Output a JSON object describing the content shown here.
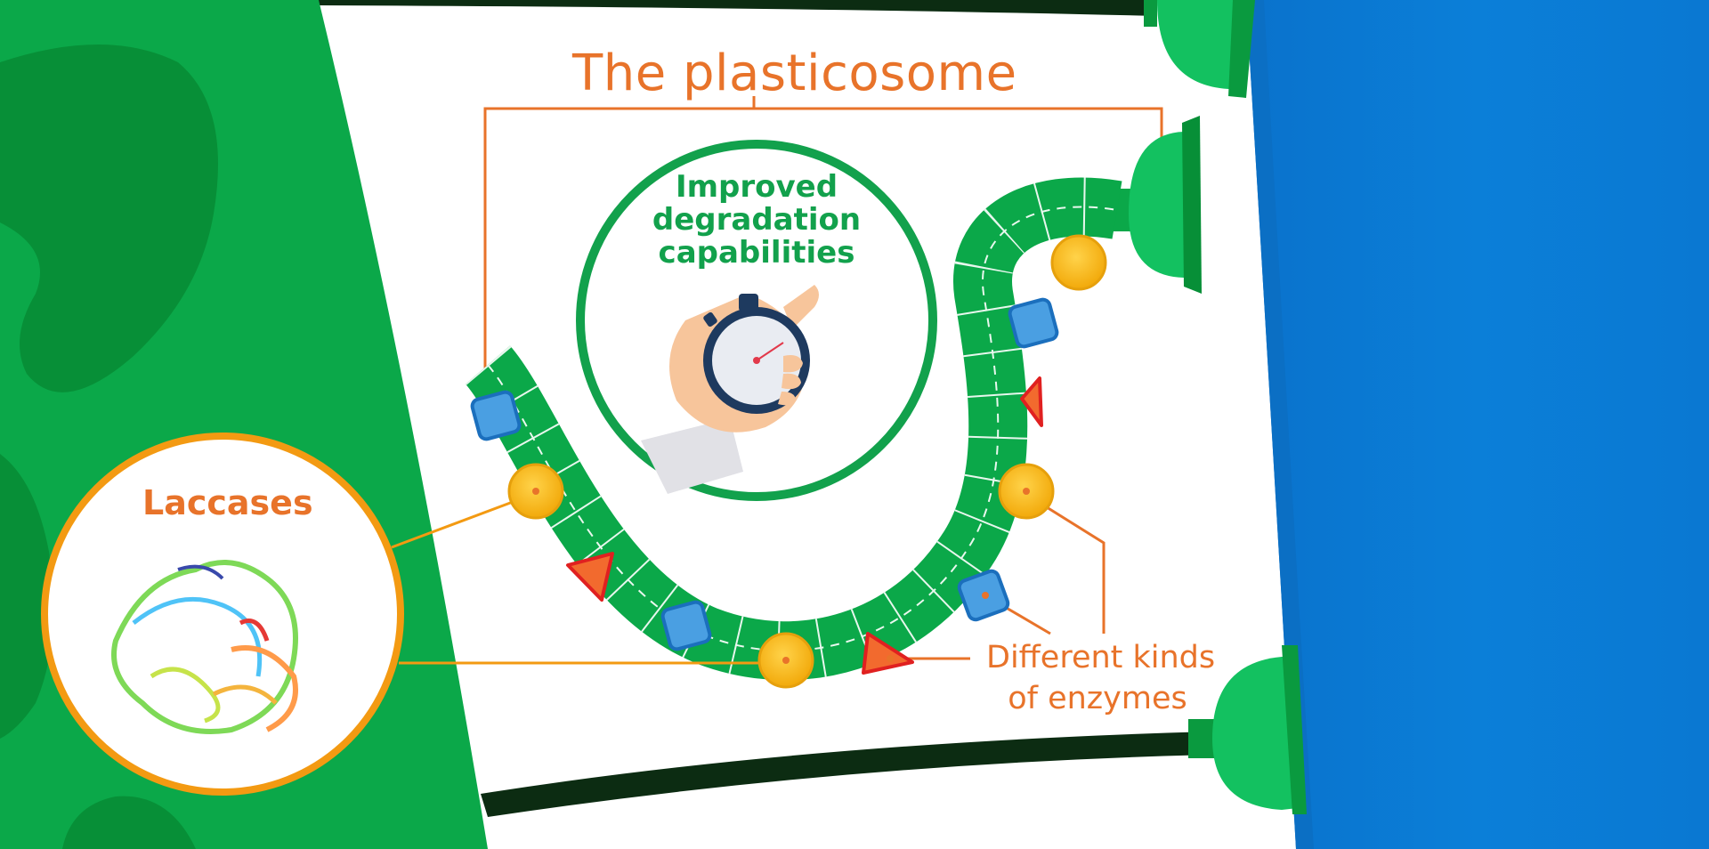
{
  "title": "The plasticosome",
  "center_label_lines": [
    "Improved",
    "degradation",
    "capabilities"
  ],
  "laccase_label": "Laccases",
  "enzymes_label_lines": [
    "Different kinds",
    "of enzymes"
  ],
  "colors": {
    "orange_text": "#e8732a",
    "green_text": "#12a14c",
    "cell_green": "#0ba849",
    "cell_dark_green": "#078f37",
    "right_blue": "#0a78d2",
    "yellow_enzyme": "#f9b90e",
    "blue_enzyme": "#4a9fe2",
    "red_enzyme": "#f26a2e"
  },
  "icons": [
    "stopwatch-hand-icon",
    "laccase-protein-icon",
    "yellow-enzyme-icon",
    "blue-enzyme-icon",
    "red-enzyme-icon"
  ]
}
